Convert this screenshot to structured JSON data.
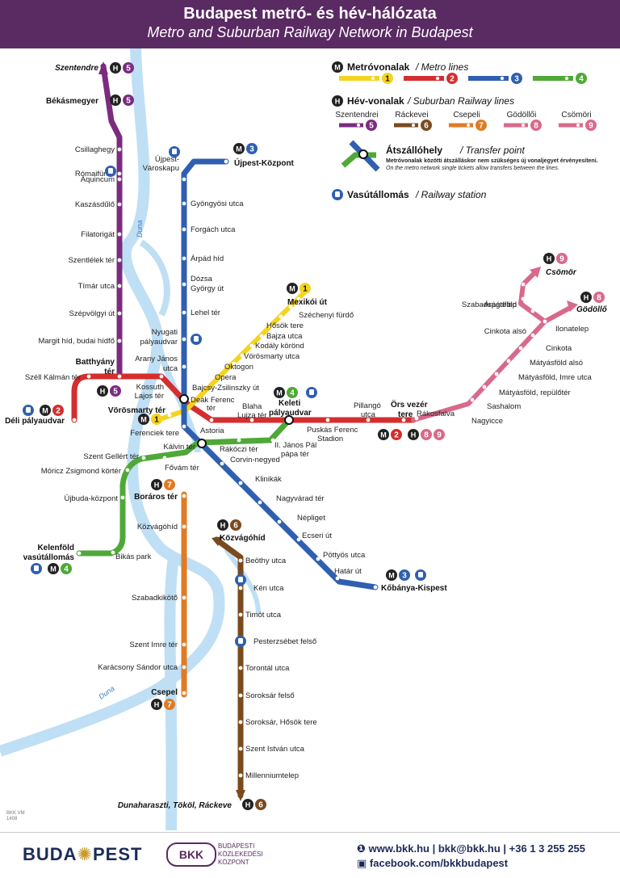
{
  "header": {
    "title_hu": "Budapest metró- és hév-hálózata",
    "title_en": "Metro and Suburban Railway Network in Budapest"
  },
  "legend": {
    "metro_hu": "Metróvonalak",
    "metro_en": "Metro lines",
    "hev_hu": "Hév-vonalak",
    "hev_en": "Suburban Railway lines",
    "hev_names": [
      "Szentendrei",
      "Ráckevei",
      "Csepeli",
      "Gödöllői",
      "Csömöri"
    ],
    "transfer_hu": "Átszállóhely",
    "transfer_en": "Transfer point",
    "transfer_note_hu": "Metróvonalak közötti átszálláskor nem szükséges új vonaljegyet érvényesíteni.",
    "transfer_note_en": "On the metro network single tickets allow transfers between the lines.",
    "rail_hu": "Vasútállomás",
    "rail_en": "Railway station"
  },
  "line_numbers": {
    "m1": "1",
    "m2": "2",
    "m3": "3",
    "m4": "4",
    "h5": "5",
    "h6": "6",
    "h7": "7",
    "h8": "8",
    "h9": "9"
  },
  "symbols": {
    "metro": "M",
    "hev": "H"
  },
  "colors": {
    "m1": "#f5d31f",
    "m2": "#d42e2e",
    "m3": "#2f5fb0",
    "m4": "#4fa838",
    "h5": "#7b2c7f",
    "h6": "#7a4a1e",
    "h7": "#e07b24",
    "h8": "#d9698a",
    "h9": "#d9698a",
    "river": "#bfdff5"
  },
  "river": "Duna",
  "stations": {
    "szentendre": "Szentendre",
    "bekasmegyer": "Békásmegyer",
    "csillaghegy": "Csillaghegy",
    "romaifurdo": "Rómaifürdő",
    "aquincum": "Aquincum",
    "kaszasdulo": "Kaszásdűlő",
    "filatorigat": "Filatorigát",
    "szentlelek": "Szentlélek tér",
    "timar": "Tímár utca",
    "szepvolgyi": "Szépvölgyi út",
    "margit": "Margit híd, budai hídfő",
    "batthyany1": "Batthyány",
    "batthyany2": "tér",
    "ujpest_varoskapu1": "Újpest-",
    "ujpest_varoskapu2": "Városkapu",
    "ujpest_kozpont": "Újpest-Központ",
    "gyongyosi": "Gyöngyösi utca",
    "forgach": "Forgách utca",
    "arpadhid": "Árpád híd",
    "dozsa1": "Dózsa",
    "dozsa2": "György út",
    "lehel": "Lehel tér",
    "nyugati1": "Nyugati",
    "nyugati2": "pályaudvar",
    "aranyjanos1": "Arany János",
    "aranyjanos2": "utca",
    "mexikoi": "Mexikói út",
    "szechenyi": "Széchenyi fürdő",
    "hosok": "Hősök tere",
    "bajza": "Bajza utca",
    "kodaly": "Kodály körönd",
    "vorosmarty_utca": "Vörösmarty utca",
    "oktogon": "Oktogon",
    "opera": "Opera",
    "bajcsy": "Bajcsy-Zsilinszky út",
    "deak1": "Deák Ferenc",
    "deak2": "tér",
    "vorosmarty_ter": "Vörösmarty tér",
    "kossuth1": "Kossuth",
    "kossuth2": "Lajos tér",
    "szell": "Széll Kálmán tér",
    "deli": "Déli pályaudvar",
    "astoria": "Astoria",
    "blaha1": "Blaha",
    "blaha2": "Lujza tér",
    "keleti1": "Keleti",
    "keleti2": "pályaudvar",
    "puskas1": "Puskás Ferenc",
    "puskas2": "Stadion",
    "pillango1": "Pillangó",
    "pillango2": "utca",
    "ors1": "Örs vezér",
    "ors2": "tere",
    "ferenciek": "Ferenciek tere",
    "kalvin": "Kálvin tér",
    "rakoczi": "Rákóczi tér",
    "janospal1": "II. János Pál",
    "janospal2": "pápa tér",
    "szentgellert": "Szent Gellért tér",
    "fovam": "Fővám tér",
    "moricz": "Móricz Zsigmond körtér",
    "ujbuda": "Újbuda-központ",
    "kelenfold1": "Kelenföld",
    "kelenfold2": "vasútállomás",
    "bikas": "Bikás park",
    "corvin": "Corvin-negyed",
    "klinikak": "Klinikák",
    "nagyvarad": "Nagyvárad tér",
    "nepliget": "Népliget",
    "ecseri": "Ecseri út",
    "pottyos": "Pöttyös utca",
    "hatar": "Határ út",
    "kobanya": "Kőbánya-Kispest",
    "boraros": "Boráros tér",
    "kozvagohid7": "Közvágóhíd",
    "szabadkikoto": "Szabadkikötő",
    "szentimre": "Szent Imre tér",
    "karacsony": "Karácsony Sándor utca",
    "csepel": "Csepel",
    "kozvagohid6": "Közvágóhíd",
    "beothy": "Beöthy utca",
    "ken": "Kén utca",
    "timot": "Timót utca",
    "pesterzsebet": "Pesterzsébet felső",
    "torontal": "Torontál utca",
    "soroksar_felso": "Soroksár felső",
    "soroksar_hosok": "Soroksár, Hősök tere",
    "szentistvan": "Szent István utca",
    "millennium": "Millenniumtelep",
    "rackeve": "Dunaharaszti, Tököl, Ráckeve",
    "rakosfalva": "Rákosfalva",
    "nagyicce": "Nagyicce",
    "sashalom": "Sashalom",
    "mf_repuloter": "Mátyásföld, repülőtér",
    "mf_imre": "Mátyásföld, Imre utca",
    "mf_also": "Mátyásföld alsó",
    "cinkota": "Cinkota",
    "ilonatelep": "Ilonatelep",
    "godollo": "Gödöllő",
    "cinkota_also": "Cinkota alsó",
    "arpadfold": "Árpádföld",
    "szabadsagtelep": "Szabadságtelep",
    "csomor": "Csömör"
  },
  "footer": {
    "logo_left": "BUDA",
    "logo_right": "PEST",
    "bkk": "BKK",
    "bkk_line1": "BUDAPESTI",
    "bkk_line2": "KÖZLEKEDÉSI",
    "bkk_line3": "KÖZPONT",
    "contact": "www.bkk.hu | bkk@bkk.hu | +36 1 3 255 255",
    "facebook": "facebook.com/bkkbudapest",
    "code1": "BKK VM",
    "code2": "1408"
  }
}
